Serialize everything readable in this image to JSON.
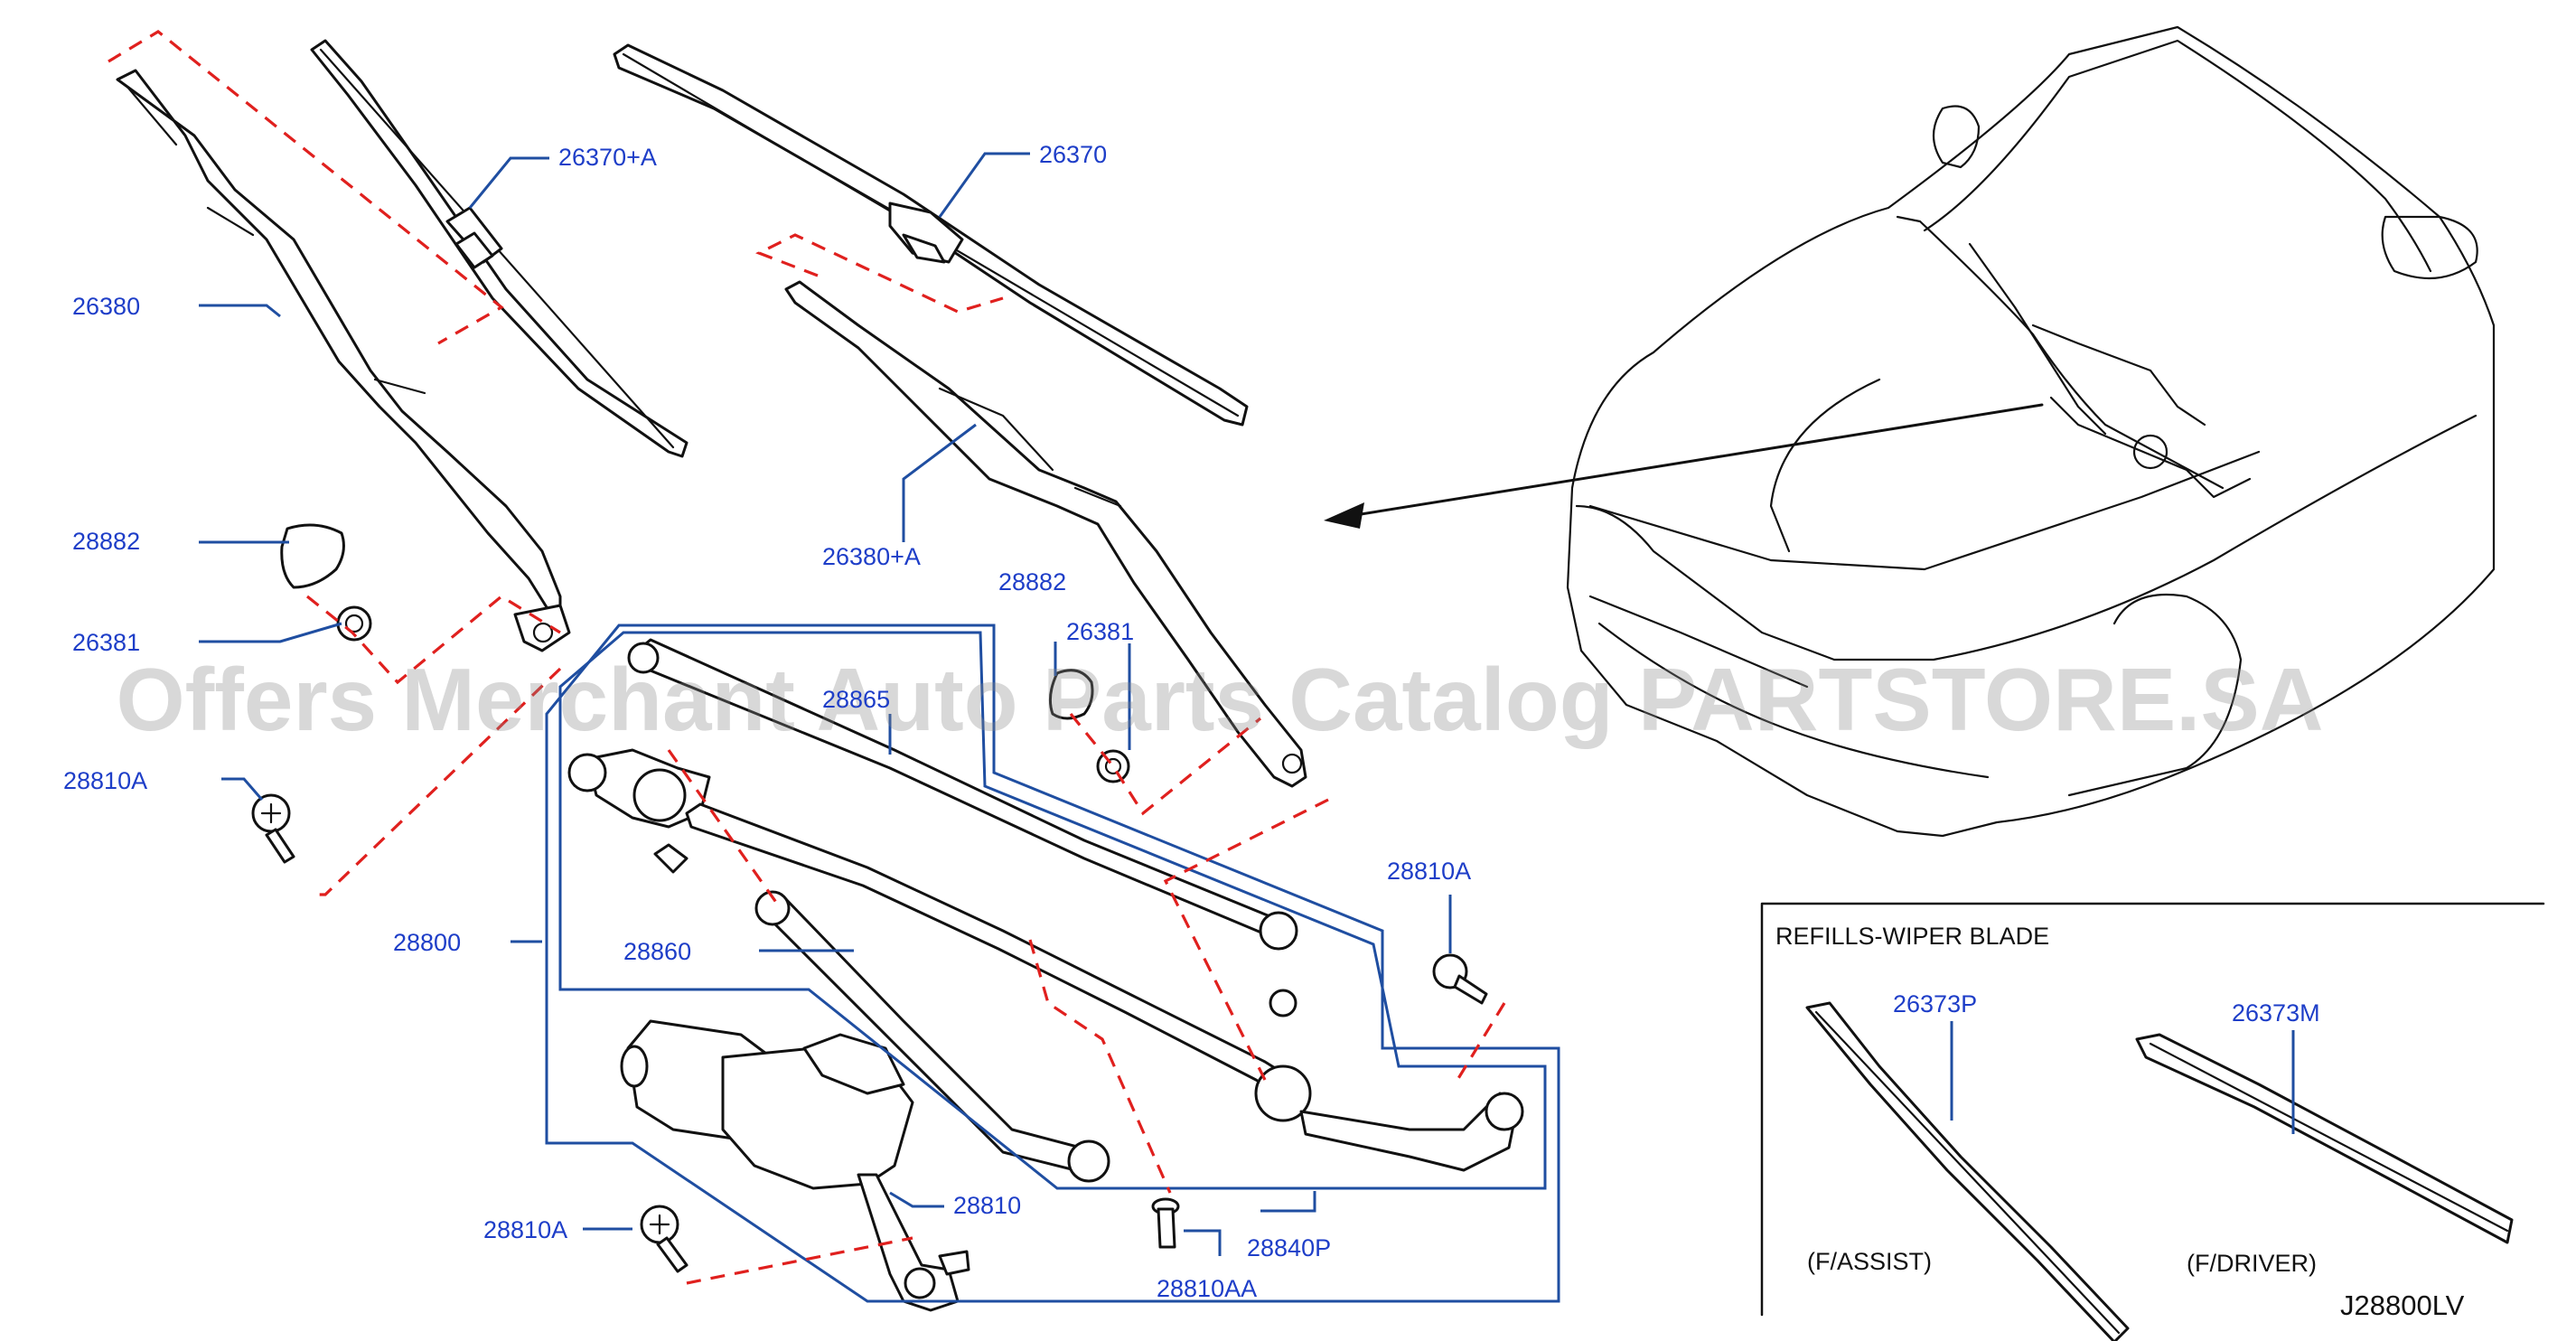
{
  "watermark": "Offers Merchant Auto Parts Catalog PARTSTORE.SA",
  "callouts": {
    "c26370a": "26370+A",
    "c26370": "26370",
    "c26380": "26380",
    "c26380a": "26380+A",
    "c28882_l": "28882",
    "c26381_l": "26381",
    "c28810a_l": "28810A",
    "c28882_r": "28882",
    "c26381_r": "26381",
    "c28865": "28865",
    "c28810a_r": "28810A",
    "c28800": "28800",
    "c28860": "28860",
    "c28810": "28810",
    "c28810a_b": "28810A",
    "c28840p": "28840P",
    "c28810aa": "28810AA"
  },
  "refills": {
    "title": "REFILLS-WIPER   BLADE",
    "assist_part": "26373P",
    "driver_part": "26373M",
    "assist_label": "(F/ASSIST)",
    "driver_label": "(F/DRIVER)"
  },
  "diagram_code": "J28800LV",
  "colors": {
    "callout": "#1e3ec8",
    "leader": "#1f4ea1",
    "dashed_link": "#e0201e",
    "line": "#111111"
  }
}
